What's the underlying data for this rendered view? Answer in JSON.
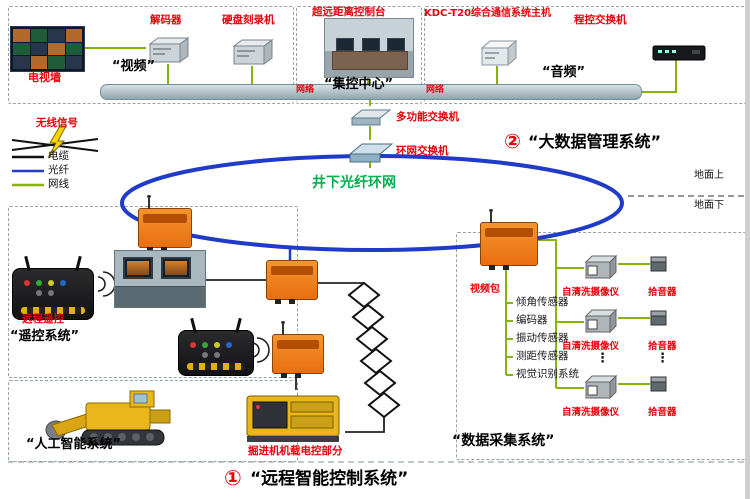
{
  "top": {
    "decoder": "解码器",
    "recorder": "硬盘刻录机",
    "tv_wall": "电视墙",
    "video_section": "“视频”",
    "console": "超远距离控制台",
    "control_center": "“集控中心”",
    "comm_host": "KDC-T20综合通信系统主机",
    "pbx": "程控交换机",
    "audio_section": "“音频”",
    "bus_labels": [
      "网络",
      "网络"
    ]
  },
  "legend": {
    "wireless": "无线信号",
    "cable": "电缆",
    "fiber": "光纤",
    "lan": "网线"
  },
  "network": {
    "multi_switch": "多功能交换机",
    "ring_switch": "环网交换机",
    "ring_name": "井下光纤环网",
    "ground_above": "地面上",
    "ground_below": "地面下"
  },
  "systems": {
    "big_data_num": "②",
    "big_data": "“大数据管理系统”",
    "remote_label": "远程遥控",
    "remote_system": "“遥控系统”",
    "ai_system": "“人工智能系统”",
    "machine_ctrl": "掘进机机载电控部分",
    "daq_system": "“数据采集系统”",
    "main_num": "①",
    "main_title": "“远程智能控制系统”"
  },
  "daq": {
    "video_unit": "视频包",
    "sensors": [
      "倾角传感器",
      "编码器",
      "振动传感器",
      "测距传感器",
      "视觉识别系统"
    ],
    "camera_rows": [
      {
        "camera": "自清洗摄像仪",
        "pickup": "拾音器"
      },
      {
        "camera": "自清洗摄像仪",
        "pickup": "拾音器"
      },
      {
        "camera": "自清洗摄像仪",
        "pickup": "拾音器"
      }
    ],
    "ellipsis": "⋮"
  },
  "colors": {
    "fiber_blue": "#1f3bc8",
    "lan_green": "#86b40a",
    "label_red": "#e8000b",
    "ring_green": "#00b050",
    "device_orange": "#ef7a18"
  }
}
